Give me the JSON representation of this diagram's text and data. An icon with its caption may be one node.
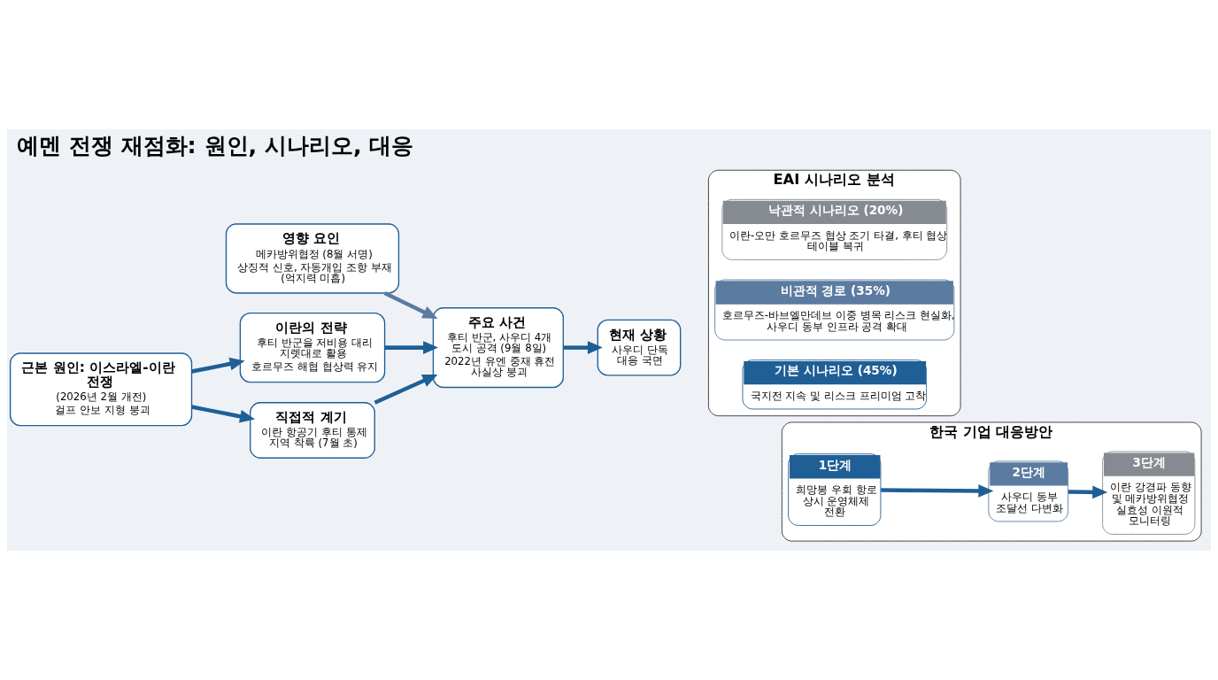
{
  "diagram": {
    "title": "예멘 전쟁 재점화: 원인, 시나리오, 대응",
    "nodes": [
      {
        "text": [
          "근본 원인: 이스라엘-이란 전쟁",
          "(2026년 2월 개전)",
          "걸프 안보 지형 붕괴"
        ]
      },
      {
        "text": [
          "이란의 전략",
          "후티 반군을 저비용 대리 지렛대로 활용",
          "호르무즈 해협 협상력 유지"
        ]
      },
      {
        "text": [
          "직접적 계기",
          "이란 항공기 후티 통제 지역 착륙 (7월 초)"
        ]
      },
      {
        "text": [
          "영향 요인",
          "메카방위협정 (8월 서명)",
          "상징적 신호, 자동개입 조항 부재 (억지력 미흡)"
        ]
      },
      {
        "text": [
          "주요 사건",
          "후티 반군, 사우디 4개 도시 공격 (9월 8일)",
          "2022년 유엔 중재 휴전 사실상 붕괴"
        ]
      },
      {
        "text": [
          "현재 상황",
          "사우디 단독 대응 국면"
        ]
      },
      {
        "text": [
          "EAI 시나리오 분석"
        ]
      },
      {
        "text": [
          "기본 시나리오 (45%)",
          "국지전 지속 및 리스크 프리미엄 고착"
        ],
        "in": 6
      },
      {
        "text": [
          "비관적 경로 (35%)",
          "호르무즈-바브엘만데브 이중 병목 리스크 현실화, 사우디 동부 인프라 공격 확대"
        ],
        "in": 6
      },
      {
        "text": [
          "낙관적 시나리오 (20%)",
          "이란-오만 호르무즈 협상 조기 타결, 후티 협상 테이블 복귀"
        ],
        "in": 6
      },
      {
        "text": [
          "한국 기업 대응방안"
        ]
      },
      {
        "text": [
          "1단계",
          "희망봉 우회 항로 상시 운영체제 전환"
        ],
        "in": 10
      },
      {
        "text": [
          "2단계",
          "사우디 동부 조달선 다변화"
        ],
        "in": 10
      },
      {
        "text": [
          "3단계",
          "이란 강경파 동향 및 메카방위협정 실효성 이원적 모니터링"
        ],
        "in": 10
      }
    ],
    "edges": [
      {
        "from": 0,
        "to": 1,
        "arrow": "to"
      },
      {
        "from": 0,
        "to": 2,
        "arrow": "to"
      },
      {
        "from": 1,
        "to": 4,
        "arrow": "to"
      },
      {
        "from": 2,
        "to": 4,
        "arrow": "to"
      },
      {
        "from": 3,
        "to": 4,
        "arrow": "to",
        "color": "#5b7ba0"
      },
      {
        "from": 4,
        "to": 5,
        "arrow": "to"
      },
      {
        "from": 11,
        "to": 12,
        "arrow": "to"
      },
      {
        "from": 12,
        "to": 13,
        "arrow": "to"
      }
    ]
  }
}
